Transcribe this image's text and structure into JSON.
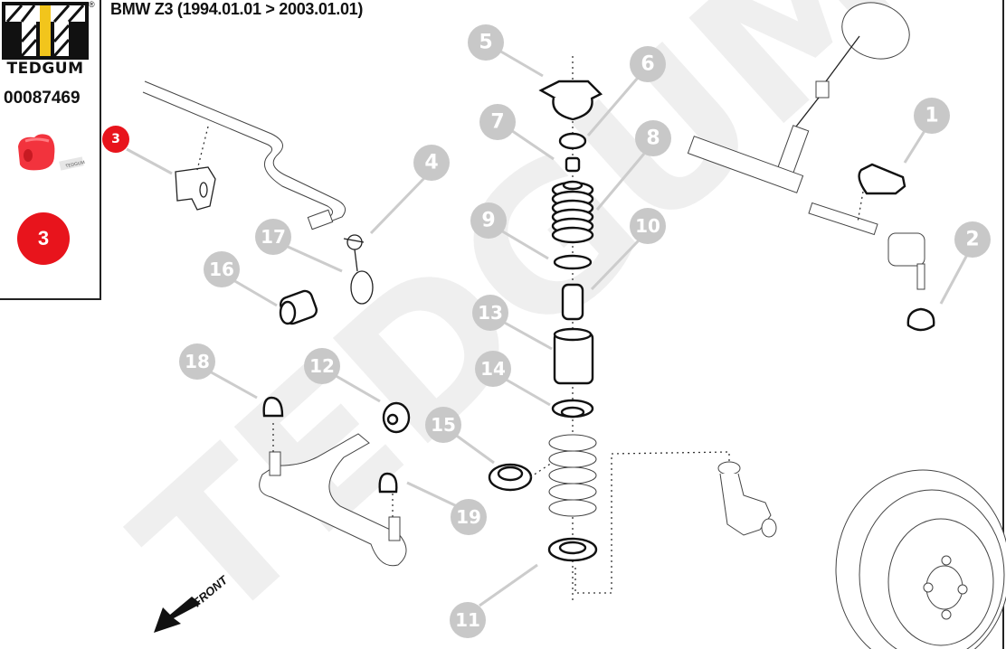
{
  "header": {
    "title": "BMW Z3 (1994.01.01 > 2003.01.01)"
  },
  "sidebar": {
    "brand": "TEDGUM",
    "registered_mark": "®",
    "part_number": "00087469",
    "product_thumbnail": "red-polyurethane-stabilizer-bushing",
    "position_badge": "3"
  },
  "watermark": "TEDGUM",
  "diagram": {
    "highlighted_callout": "3",
    "colors": {
      "highlight": "#e8141c",
      "callout": "#c8c8c8",
      "logo_yellow": "#f2c51c",
      "watermark": "#eeeeee"
    },
    "callouts": [
      {
        "number": "1",
        "part": "steering-rack-boot"
      },
      {
        "number": "2",
        "part": "tie-rod-end-dust-boot"
      },
      {
        "number": "3",
        "part": "stabilizer-bar-bushing"
      },
      {
        "number": "4",
        "part": "stabilizer-link"
      },
      {
        "number": "5",
        "part": "strut-top-mount"
      },
      {
        "number": "6",
        "part": "strut-mount-bushing"
      },
      {
        "number": "7",
        "part": "strut-mount-sleeve"
      },
      {
        "number": "8",
        "part": "bump-stop-bellows"
      },
      {
        "number": "9",
        "part": "spring-seat-washer"
      },
      {
        "number": "10",
        "part": "bump-stop"
      },
      {
        "number": "11",
        "part": "lower-spring-pad"
      },
      {
        "number": "12",
        "part": "control-arm-bushing"
      },
      {
        "number": "13",
        "part": "dust-cover"
      },
      {
        "number": "14",
        "part": "upper-spring-pad"
      },
      {
        "number": "15",
        "part": "strut-bearing"
      },
      {
        "number": "16",
        "part": "link-bushing"
      },
      {
        "number": "17",
        "part": "link-rod-end"
      },
      {
        "number": "18",
        "part": "ball-joint-boot-left"
      },
      {
        "number": "19",
        "part": "ball-joint-boot-right"
      }
    ],
    "direction_label": "FRONT"
  }
}
